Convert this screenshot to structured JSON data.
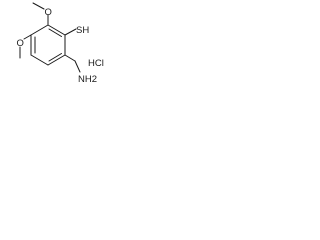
{
  "molecule": {
    "atoms": {
      "thiol": "SH",
      "amine": "NH2",
      "methoxy_top": "O",
      "methoxy_left": "O",
      "salt": "HCl"
    }
  }
}
